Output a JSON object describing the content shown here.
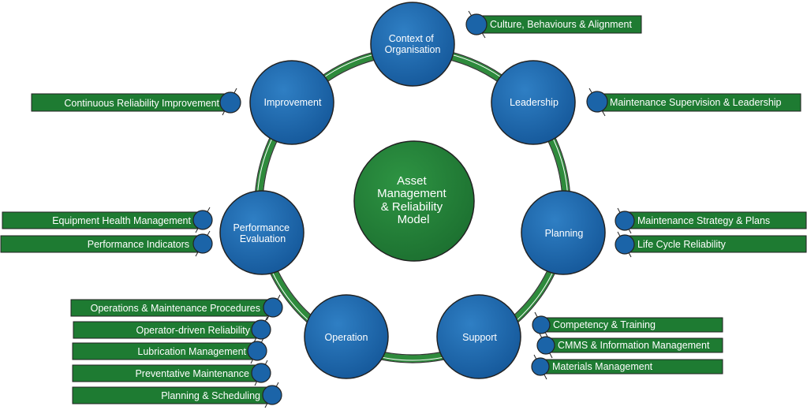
{
  "center": {
    "lines": [
      "Asset",
      "Management",
      "& Reliability",
      "Model"
    ]
  },
  "nodes": [
    {
      "id": "context",
      "lines": [
        "Context of",
        "Organisation"
      ]
    },
    {
      "id": "leadership",
      "lines": [
        "Leadership"
      ]
    },
    {
      "id": "planning",
      "lines": [
        "Planning"
      ]
    },
    {
      "id": "support",
      "lines": [
        "Support"
      ]
    },
    {
      "id": "operation",
      "lines": [
        "Operation"
      ]
    },
    {
      "id": "performance",
      "lines": [
        "Performance",
        "Evaluation"
      ]
    },
    {
      "id": "improvement",
      "lines": [
        "Improvement"
      ]
    }
  ],
  "labels": {
    "culture": "Culture, Behaviours & Alignment",
    "supervision": "Maintenance Supervision & Leadership",
    "strategy": "Maintenance Strategy & Plans",
    "lifecycle": "Life Cycle Reliability",
    "competency": "Competency & Training",
    "cmms": "CMMS & Information Management",
    "materials": "Materials Management",
    "om_procedures": "Operations & Maintenance Procedures",
    "odr": "Operator-driven Reliability",
    "lubrication": "Lubrication Management",
    "preventative": "Preventative Maintenance",
    "planning_scheduling": "Planning  & Scheduling",
    "equipment_health": "Equipment  Health Management",
    "kpi": "Performance Indicators",
    "continuous": "Continuous Reliability  Improvement"
  },
  "colors": {
    "circle_blue": "#1b64a8",
    "circle_border": "#222222",
    "bar_green": "#1e7b32",
    "ring_green": "#2e8b3c",
    "center_green": "#237a35"
  }
}
